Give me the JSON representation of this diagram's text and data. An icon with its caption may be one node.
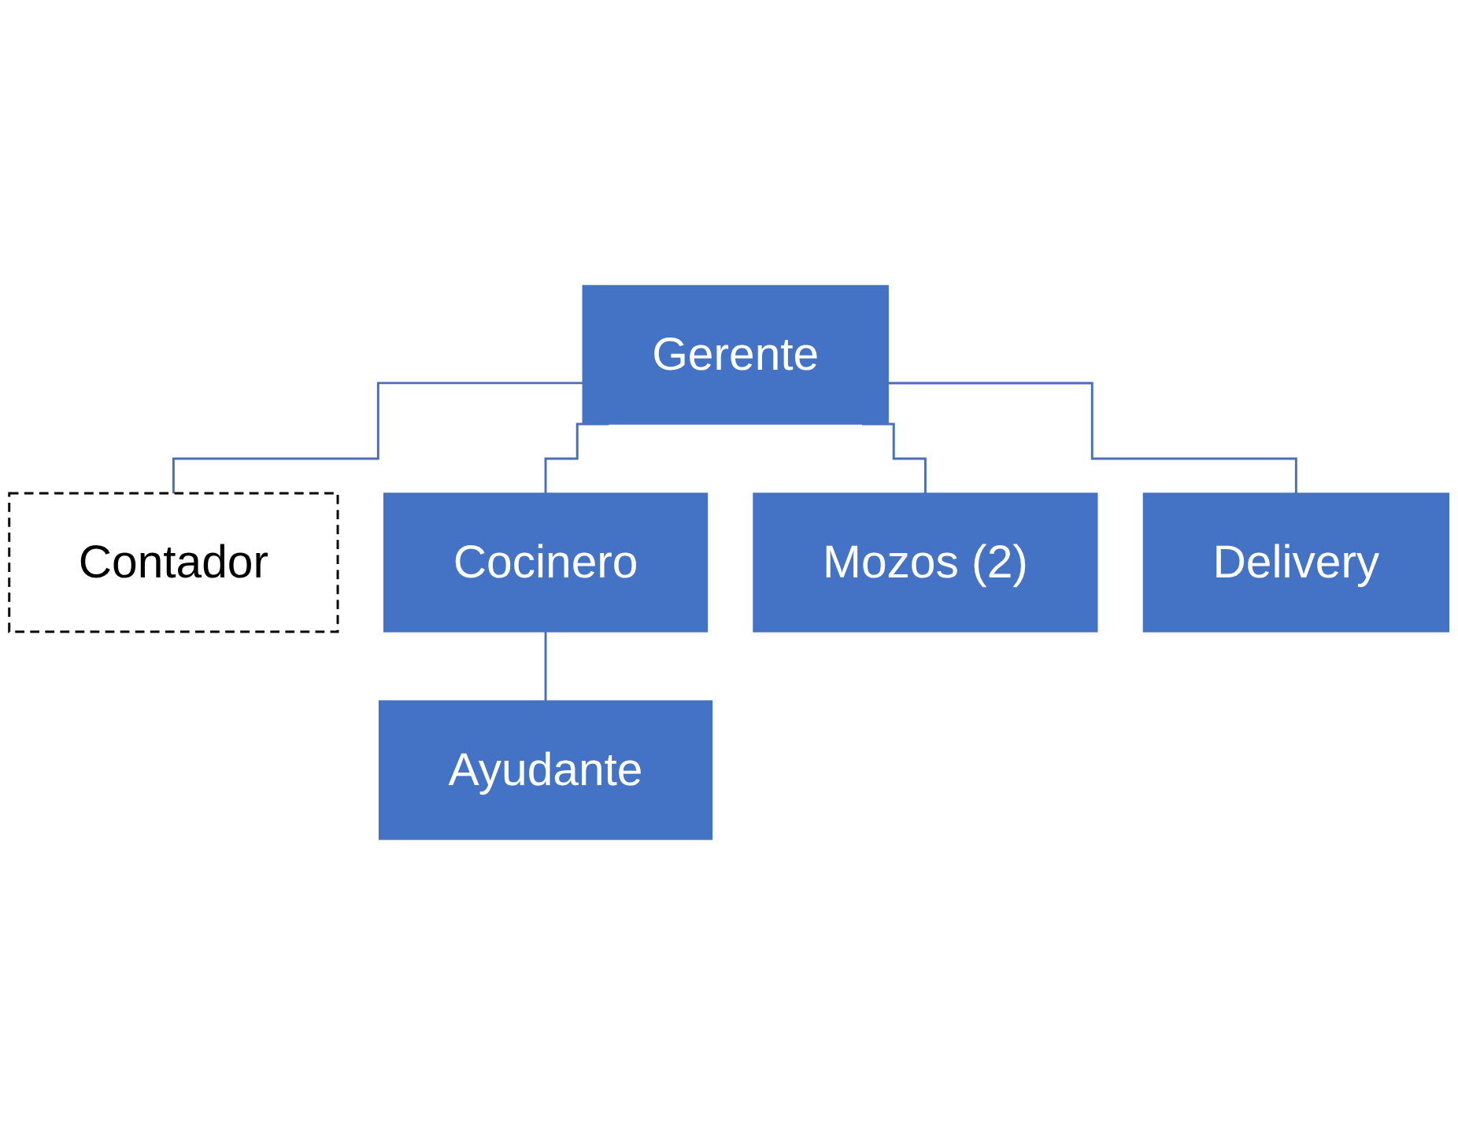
{
  "diagram": {
    "nodes": [
      {
        "text": [
          "Gerente"
        ]
      },
      {
        "text": [
          "Contador"
        ]
      },
      {
        "text": [
          "Cocinero"
        ]
      },
      {
        "text": [
          "Mozos (2)"
        ]
      },
      {
        "text": [
          "Delivery"
        ]
      },
      {
        "text": [
          "Ayudante"
        ]
      }
    ],
    "edges": [
      {
        "from": 0,
        "to": 1,
        "arrow": "none"
      },
      {
        "from": 0,
        "to": 2,
        "arrow": "none"
      },
      {
        "from": 0,
        "to": 3,
        "arrow": "none"
      },
      {
        "from": 0,
        "to": 4,
        "arrow": "none"
      },
      {
        "from": 2,
        "to": 5,
        "arrow": "none"
      }
    ]
  }
}
